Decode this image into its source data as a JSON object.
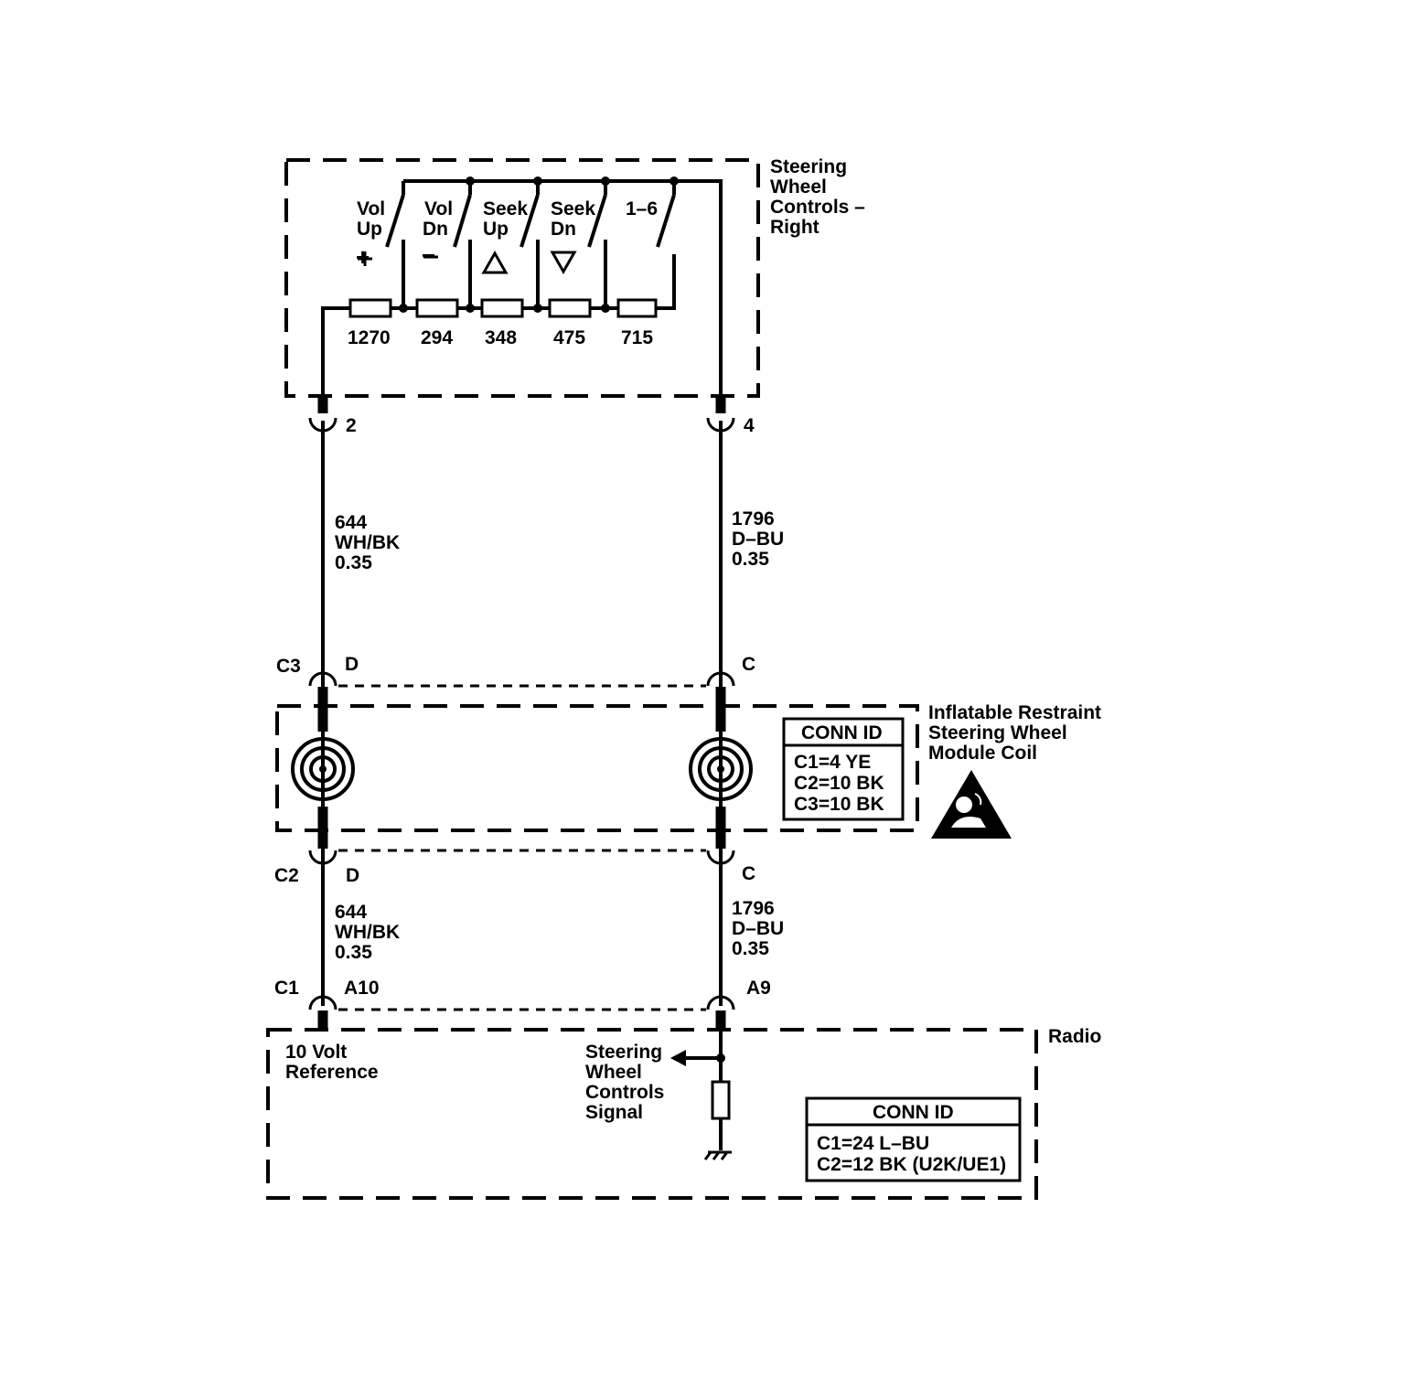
{
  "modules": {
    "steering_controls": {
      "name": "Steering Wheel Controls – Right"
    },
    "coil": {
      "name": "Inflatable Restraint Steering Wheel Module Coil"
    },
    "radio": {
      "name": "Radio"
    }
  },
  "switches": [
    {
      "line1": "Vol",
      "line2": "Up",
      "symbol": "+"
    },
    {
      "line1": "Vol",
      "line2": "Dn",
      "symbol": "−"
    },
    {
      "line1": "Seek",
      "line2": "Up",
      "symbol": "triangle-up-icon"
    },
    {
      "line1": "Seek",
      "line2": "Dn",
      "symbol": "triangle-down-icon"
    },
    {
      "line1": "1–6",
      "line2": "",
      "symbol": ""
    }
  ],
  "resistors": [
    "1270",
    "294",
    "348",
    "475",
    "715"
  ],
  "pins": {
    "upper_left": "2",
    "upper_right": "4",
    "c3_connector": "C3",
    "c3_left": "D",
    "c3_right": "C",
    "c2_connector": "C2",
    "c2_left": "D",
    "c2_right": "C",
    "c1_connector": "C1",
    "c1_left": "A10",
    "c1_right": "A9"
  },
  "wires": {
    "left_upper": {
      "circuit": "644",
      "color": "WH/BK",
      "size": "0.35"
    },
    "right_upper": {
      "circuit": "1796",
      "color": "D–BU",
      "size": "0.35"
    },
    "left_lower": {
      "circuit": "644",
      "color": "WH/BK",
      "size": "0.35"
    },
    "right_lower": {
      "circuit": "1796",
      "color": "D–BU",
      "size": "0.35"
    }
  },
  "coil_conn_id": {
    "title": "CONN ID",
    "lines": [
      "C1=4 YE",
      "C2=10 BK",
      "C3=10 BK"
    ]
  },
  "radio_conn_id": {
    "title": "CONN ID",
    "lines": [
      "C1=24 L–BU",
      "C2=12 BK (U2K/UE1)"
    ]
  },
  "radio_labels": {
    "reference": "10 Volt Reference",
    "signal": "Steering Wheel Controls Signal"
  },
  "icons": {
    "airbag_warning": "airbag-warning-icon",
    "ground": "ground-icon",
    "clockspring": "clockspring-coil-icon"
  }
}
